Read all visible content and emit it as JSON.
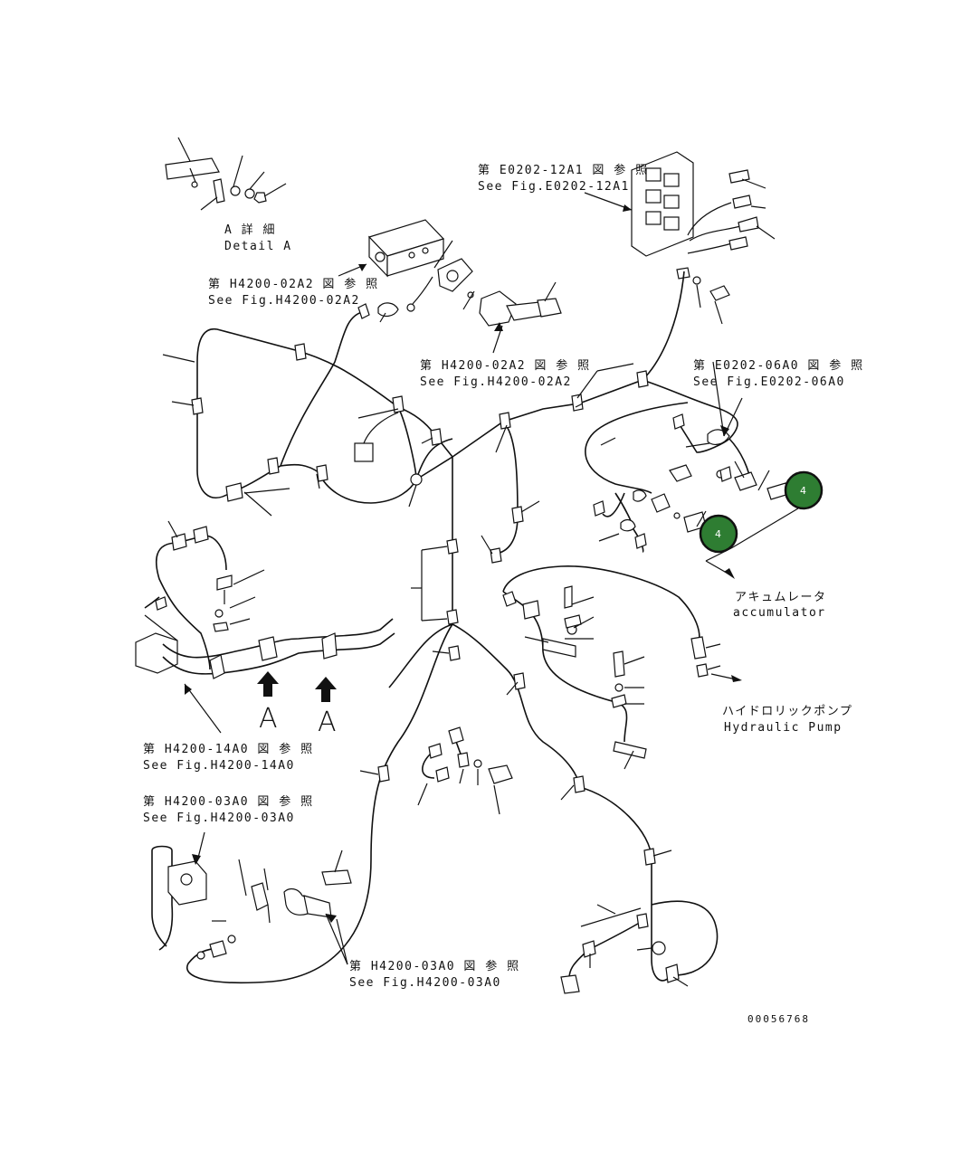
{
  "detail": {
    "jp": "A 詳 細",
    "en": "Detail A"
  },
  "refs": {
    "e0202_12a1": {
      "jp": "第 E0202-12A1 図 参 照",
      "en": "See Fig.E0202-12A1"
    },
    "h4200_02a2_left": {
      "jp": "第 H4200-02A2 図 参 照",
      "en": "See Fig.H4200-02A2"
    },
    "h4200_02a2_mid": {
      "jp": "第 H4200-02A2 図 参 照",
      "en": "See Fig.H4200-02A2"
    },
    "e0202_06a0": {
      "jp": "第 E0202-06A0 図 参 照",
      "en": "See Fig.E0202-06A0"
    },
    "h4200_14a0": {
      "jp": "第 H4200-14A0 図 参 照",
      "en": "See Fig.H4200-14A0"
    },
    "h4200_03a0_top": {
      "jp": "第 H4200-03A0 図 参 照",
      "en": "See Fig.H4200-03A0"
    },
    "h4200_03a0_bottom": {
      "jp": "第 H4200-03A0 図 参 照",
      "en": "See Fig.H4200-03A0"
    }
  },
  "accumulator": {
    "jp": "アキュムレータ",
    "en": "accumulator"
  },
  "pump": {
    "jp": "ハイドロリックポンプ",
    "en": "Hydraulic Pump"
  },
  "view_markers": [
    "A",
    "A"
  ],
  "callouts": [
    "4",
    "4"
  ],
  "drawing_number": "00056768",
  "colors": {
    "callout_fill": "#2e7d32"
  }
}
